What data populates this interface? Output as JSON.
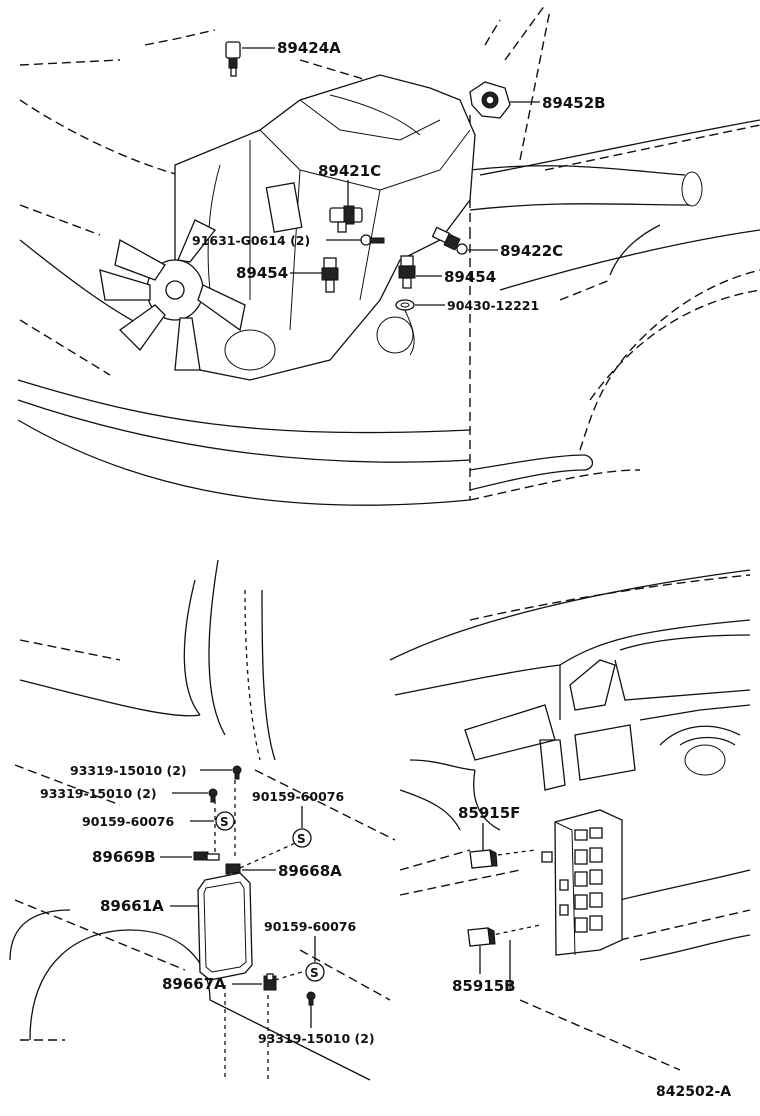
{
  "labels": {
    "p89424A": "89424A",
    "p89452B": "89452B",
    "p89421C": "89421C",
    "p91631": "91631-G0614 (2)",
    "p89422C": "89422C",
    "p89454_left": "89454",
    "p89454_right": "89454",
    "p90430": "90430-12221",
    "p93319_a": "93319-15010 (2)",
    "p93319_b": "93319-15010 (2)",
    "p90159_a": "90159-60076",
    "p90159_b": "90159-60076",
    "p89669B": "89669B",
    "p89668A": "89668A",
    "p89661A": "89661A",
    "p90159_c": "90159-60076",
    "p89667A": "89667A",
    "p93319_c": "93319-15010 (2)",
    "p85915F": "85915F",
    "p85915B": "85915B"
  },
  "symbols": {
    "s_mark": "S"
  },
  "figure_number": "842502-A"
}
